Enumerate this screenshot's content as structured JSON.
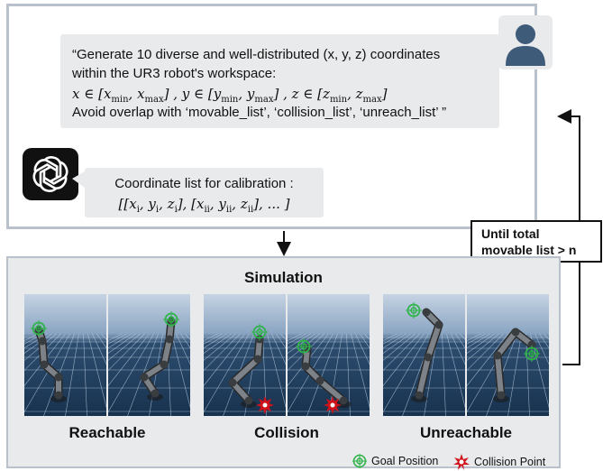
{
  "prompt": {
    "line1": "“Generate 10 diverse and well-distributed (x, y, z) coordinates",
    "line2": "within the UR3 robot's workspace:",
    "line4": "Avoid overlap with ‘movable_list’, ‘collision_list’, ‘unreach_list’ ”"
  },
  "response": {
    "line1": "Coordinate list for calibration :"
  },
  "icons": {
    "user": "user-avatar-icon",
    "assistant": "openai-logo-icon",
    "goal": "goal-position-icon",
    "collision": "collision-point-icon"
  },
  "loop": {
    "line1": "Until total",
    "line2": "movable list > n"
  },
  "simulation": {
    "title": "Simulation",
    "categories": [
      "Reachable",
      "Collision",
      "Unreachable"
    ]
  },
  "legend": {
    "goal": "Goal Position",
    "collision": "Collision Point"
  },
  "colors": {
    "panel_border": "#b9c2cc",
    "bubble": "#e8eaec",
    "scene_top": "#c6d3e3",
    "scene_floor": "#17324e",
    "goal": "#2fb34a",
    "collision": "#d0121b"
  }
}
